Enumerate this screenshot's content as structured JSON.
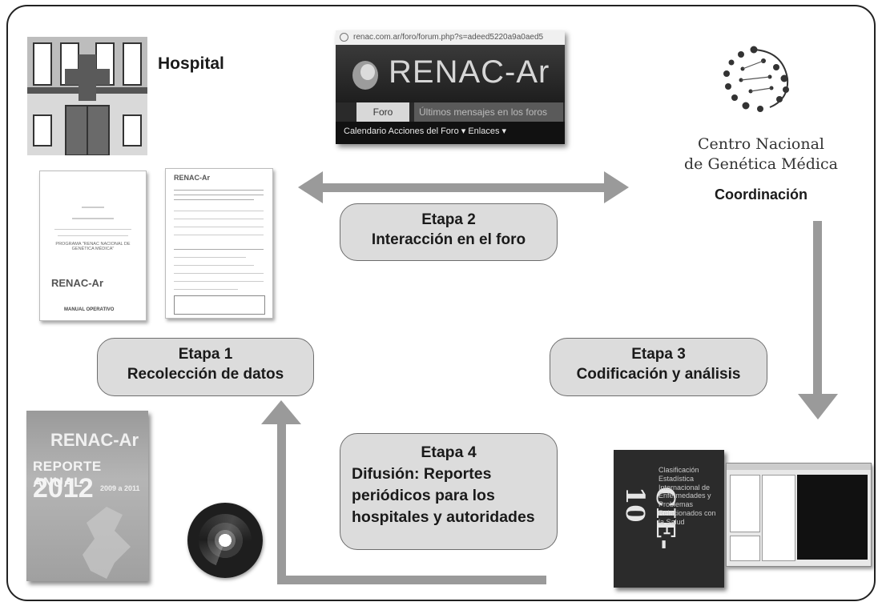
{
  "hospital": {
    "label": "Hospital"
  },
  "browser": {
    "url": "renac.com.ar/foro/forum.php?s=adeed5220a9a0aed5",
    "site_title": "RENAC-Ar",
    "tab_active": "Foro",
    "tab_other": "Últimos mensajes en los foros",
    "menu": "Calendario   Acciones del Foro ▾   Enlaces ▾"
  },
  "center": {
    "name_line1": "Centro Nacional",
    "name_line2": "de Genética Médica",
    "role": "Coordinación"
  },
  "stages": {
    "etapa1": {
      "title": "Etapa 1",
      "desc": "Recolección de datos"
    },
    "etapa2": {
      "title": "Etapa 2",
      "desc": "Interacción en el foro"
    },
    "etapa3": {
      "title": "Etapa 3",
      "desc": "Codificación y análisis"
    },
    "etapa4": {
      "title": "Etapa 4",
      "line1": "Difusión: Reportes",
      "line2": "periódicos para los",
      "line3": "hospitales y autoridades"
    }
  },
  "documents": {
    "manual_brand": "RENAC-Ar",
    "manual_subtitle": "PROGRAMA \"RENAC NACIONAL DE GENÉTICA MÉDICA\"",
    "manual_footer": "MANUAL OPERATIVO",
    "form_brand": "RENAC-Ar"
  },
  "report": {
    "brand": "RENAC-Ar",
    "title": "REPORTE ANUAL",
    "year": "2012",
    "period": "2009 a 2011"
  },
  "book": {
    "title": "CIE-10",
    "description": "Clasificación Estadística Internacional de Enfermedades y Problemas Relacionados con la Salud"
  },
  "colors": {
    "arrow": "#9a9a9a",
    "stage_fill": "#dcdcdc",
    "frame": "#222222"
  }
}
